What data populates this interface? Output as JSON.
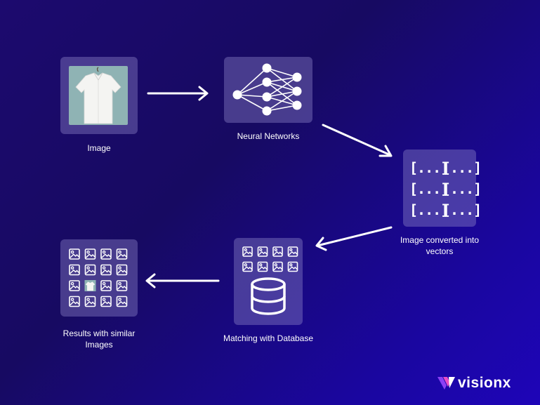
{
  "steps": {
    "image": {
      "label": "Image"
    },
    "neural": {
      "label": "Neural Networks"
    },
    "vectors": {
      "label": "Image converted into vectors",
      "token": "[...]"
    },
    "matching": {
      "label": "Matching with Database"
    },
    "results": {
      "label": "Results with similar Images"
    }
  },
  "brand": {
    "name": "visionx"
  },
  "colors": {
    "card": "#7f77c6",
    "arrow": "#ffffff",
    "shirt_bg": "#8fb3b4"
  }
}
